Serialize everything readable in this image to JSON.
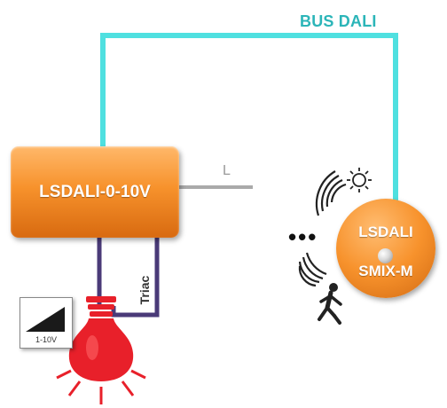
{
  "bus_label": "BUS DALI",
  "controller": {
    "label": "LSDALI-0-10V"
  },
  "line_label": "L",
  "triac_label": "Triac",
  "dimmer_label": "1-10V",
  "sensor": {
    "line1": "LSDALI",
    "line2": "SMIX-M"
  },
  "ellipsis": "•••",
  "colors": {
    "bus": "#4fe0e0",
    "orange": "#f7922c",
    "purple_wire": "#4a3a78",
    "line_wire": "#aaaaaa",
    "bulb_red": "#e8202a"
  },
  "icons": [
    "sun-icon",
    "motion-person-icon",
    "signal-waves-icon",
    "light-bulb-icon",
    "ramp-icon"
  ]
}
